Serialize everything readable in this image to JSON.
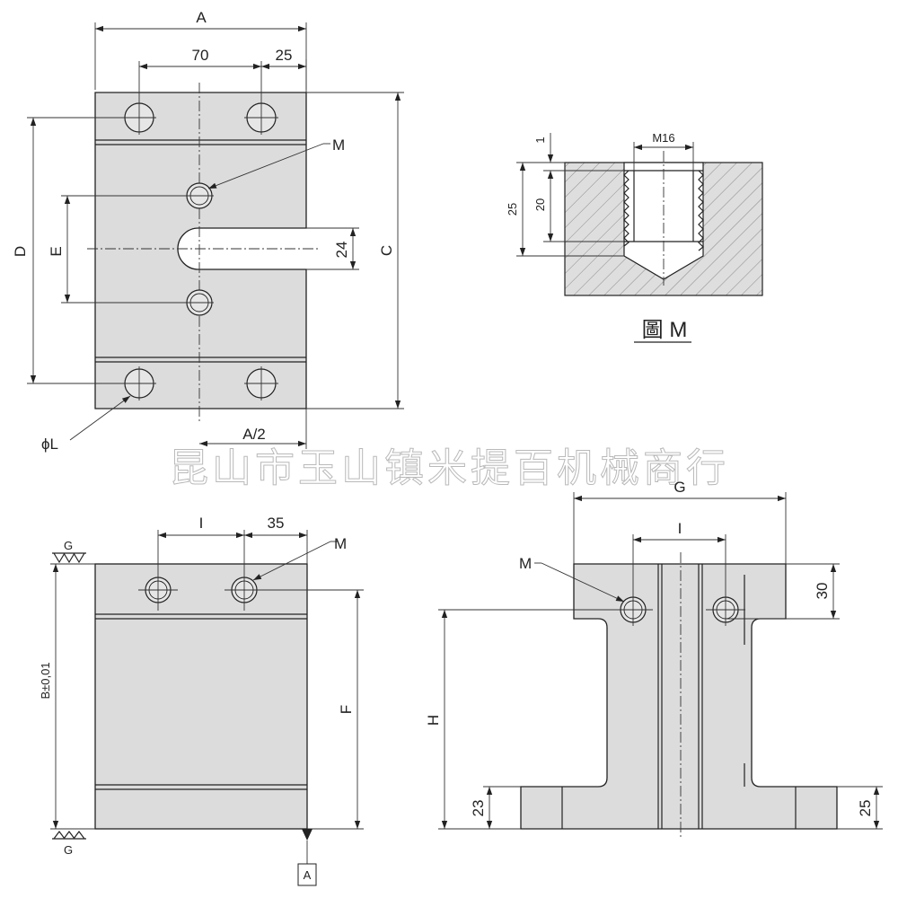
{
  "top_view": {
    "labels": {
      "A": "A",
      "dim_70": "70",
      "dim_25": "25",
      "M": "M",
      "D": "D",
      "E": "E",
      "dim_24": "24",
      "C": "C",
      "phiL": "ϕL",
      "A_half": "A/2"
    }
  },
  "detail_m": {
    "labels": {
      "dim_1": "1",
      "M16": "M16",
      "dim_25": "25",
      "dim_20": "20"
    },
    "caption": "圖 M"
  },
  "watermark": "昆山市玉山镇米提百机械商行",
  "front_view": {
    "labels": {
      "I": "I",
      "dim_35": "35",
      "M": "M",
      "G_top": "G",
      "B": "B±0,01",
      "F": "F",
      "G_bottom": "G",
      "datum_A": "A"
    }
  },
  "side_view": {
    "labels": {
      "G": "G",
      "I": "I",
      "M": "M",
      "dim_30": "30",
      "H": "H",
      "dim_23": "23",
      "dim_25": "25"
    }
  }
}
